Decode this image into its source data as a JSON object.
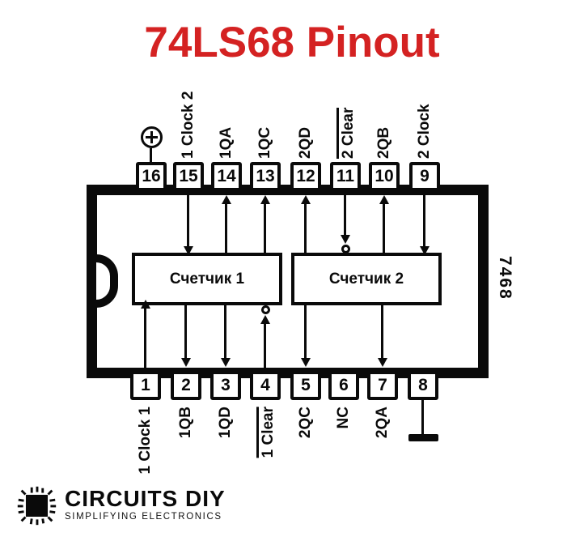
{
  "title": "74LS68 Pinout",
  "accent_color": "#d42222",
  "chip": {
    "part_label": "7468",
    "counter1_label": "Счетчик 1",
    "counter2_label": "Счетчик 2"
  },
  "top_pins": [
    {
      "number": "16",
      "label": "",
      "symbol": "power-plus",
      "line": "none",
      "overline": false
    },
    {
      "number": "15",
      "label": "1 Clock 2",
      "symbol": "",
      "line": "in",
      "overline": false
    },
    {
      "number": "14",
      "label": "1QA",
      "symbol": "",
      "line": "out",
      "overline": false
    },
    {
      "number": "13",
      "label": "1QC",
      "symbol": "",
      "line": "out",
      "overline": false
    },
    {
      "number": "12",
      "label": "2QD",
      "symbol": "",
      "line": "out",
      "overline": false
    },
    {
      "number": "11",
      "label": "2 Clear",
      "symbol": "",
      "line": "in-bubble",
      "overline": true
    },
    {
      "number": "10",
      "label": "2QB",
      "symbol": "",
      "line": "out",
      "overline": false
    },
    {
      "number": "9",
      "label": "2 Clock",
      "symbol": "",
      "line": "in",
      "overline": false
    }
  ],
  "bottom_pins": [
    {
      "number": "1",
      "label": "1 Clock 1",
      "symbol": "",
      "line": "in",
      "overline": false
    },
    {
      "number": "2",
      "label": "1QB",
      "symbol": "",
      "line": "out",
      "overline": false
    },
    {
      "number": "3",
      "label": "1QD",
      "symbol": "",
      "line": "out",
      "overline": false
    },
    {
      "number": "4",
      "label": "1 Clear",
      "symbol": "",
      "line": "in-bubble",
      "overline": true
    },
    {
      "number": "5",
      "label": "2QC",
      "symbol": "",
      "line": "out",
      "overline": false
    },
    {
      "number": "6",
      "label": "NC",
      "symbol": "",
      "line": "none",
      "overline": false
    },
    {
      "number": "7",
      "label": "2QA",
      "symbol": "",
      "line": "out",
      "overline": false
    },
    {
      "number": "8",
      "label": "",
      "symbol": "ground",
      "line": "none",
      "overline": false
    }
  ],
  "logo": {
    "name": "CIRCUITS DIY",
    "tagline": "SIMPLIFYING ELECTRONICS"
  }
}
